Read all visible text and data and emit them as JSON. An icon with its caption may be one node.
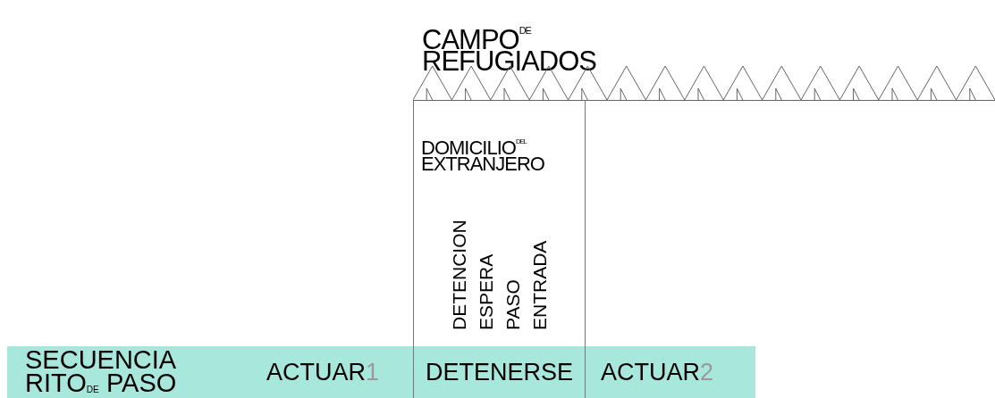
{
  "diagram": {
    "nodes": [
      {
        "text": [
          "CAMPO$^{DE}$ REFUGIADOS"
        ]
      },
      {
        "text": [
          "DOMICILIO$^{DEL}$ EXTRANJERO",
          "DETENCION ESPERA PASO ENTRADA"
        ]
      },
      {
        "text": [
          "SECUENCIA RITO$_{DE}$ PASO",
          "ACTUAR1",
          "DETENERSE",
          "ACTUAR2"
        ]
      }
    ]
  }
}
